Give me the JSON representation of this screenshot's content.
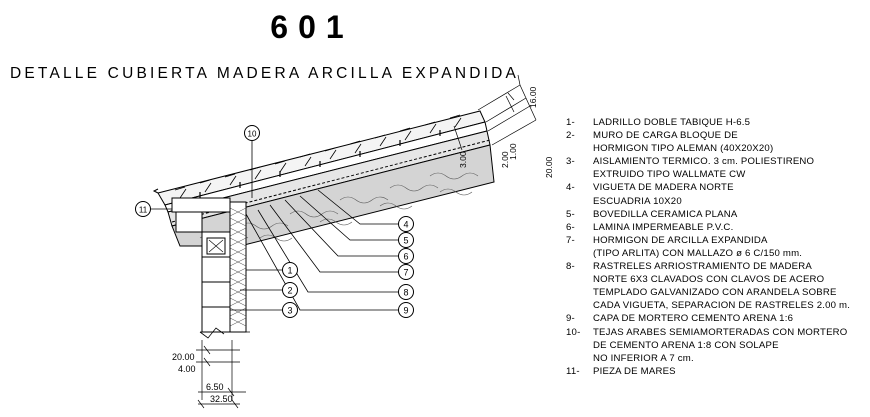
{
  "drawing": {
    "number": "601",
    "title": "DETALLE CUBIERTA MADERA ARCILLA EXPANDIDA"
  },
  "callouts": [
    "1",
    "2",
    "3",
    "4",
    "5",
    "6",
    "7",
    "8",
    "9",
    "10",
    "11"
  ],
  "dimensions": {
    "d16": "16.00",
    "d1": "1.00",
    "d2": "2.00",
    "d3": "3.00",
    "d20r": "20.00",
    "d20b": "20.00",
    "d4": "4.00",
    "d65": "6.50",
    "d325": "32.50"
  },
  "legend": [
    {
      "num": "1-",
      "lines": [
        "LADRILLO DOBLE TABIQUE H-6.5"
      ]
    },
    {
      "num": "2-",
      "lines": [
        "MURO DE CARGA BLOQUE DE",
        "HORMIGON TIPO ALEMAN (40X20X20)"
      ]
    },
    {
      "num": "3-",
      "lines": [
        "AISLAMIENTO TERMICO. 3 cm. POLIESTIRENO",
        "EXTRUIDO TIPO WALLMATE CW"
      ]
    },
    {
      "num": "4-",
      "lines": [
        "VIGUETA DE MADERA NORTE",
        "ESCUADRIA 10X20"
      ]
    },
    {
      "num": "5-",
      "lines": [
        "BOVEDILLA CERAMICA PLANA"
      ]
    },
    {
      "num": "6-",
      "lines": [
        "LAMINA IMPERMEABLE P.V.C."
      ]
    },
    {
      "num": "7-",
      "lines": [
        "HORMIGON DE ARCILLA EXPANDIDA",
        "(TIPO ARLITA) CON MALLAZO ø 6 C/150 mm."
      ]
    },
    {
      "num": "8-",
      "lines": [
        "RASTRELES ARRIOSTRAMIENTO DE MADERA",
        "NORTE 6X3 CLAVADOS CON CLAVOS DE ACERO",
        "TEMPLADO GALVANIZADO CON ARANDELA SOBRE",
        "CADA VIGUETA, SEPARACION DE RASTRELES 2.00 m."
      ]
    },
    {
      "num": "9-",
      "lines": [
        "CAPA DE MORTERO CEMENTO ARENA 1:6"
      ]
    },
    {
      "num": "10-",
      "lines": [
        "TEJAS ARABES SEMIAMORTERADAS CON MORTERO",
        "DE CEMENTO ARENA 1:8 CON SOLAPE",
        "NO INFERIOR A 7 cm."
      ]
    },
    {
      "num": "11-",
      "lines": [
        "PIEZA DE MARES"
      ]
    }
  ]
}
